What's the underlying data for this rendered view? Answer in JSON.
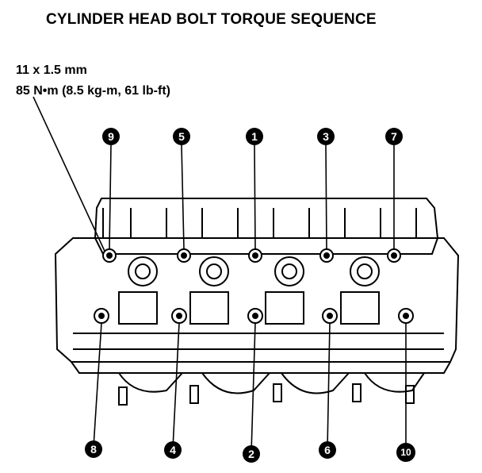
{
  "title": "CYLINDER HEAD BOLT TORQUE SEQUENCE",
  "spec": {
    "size": "11 x 1.5 mm",
    "torque": "85 N•m (8.5 kg-m, 61 lb-ft)"
  },
  "sequence_top": [
    "9",
    "5",
    "1",
    "3",
    "7"
  ],
  "sequence_bottom": [
    "8",
    "4",
    "2",
    "6",
    "10"
  ]
}
